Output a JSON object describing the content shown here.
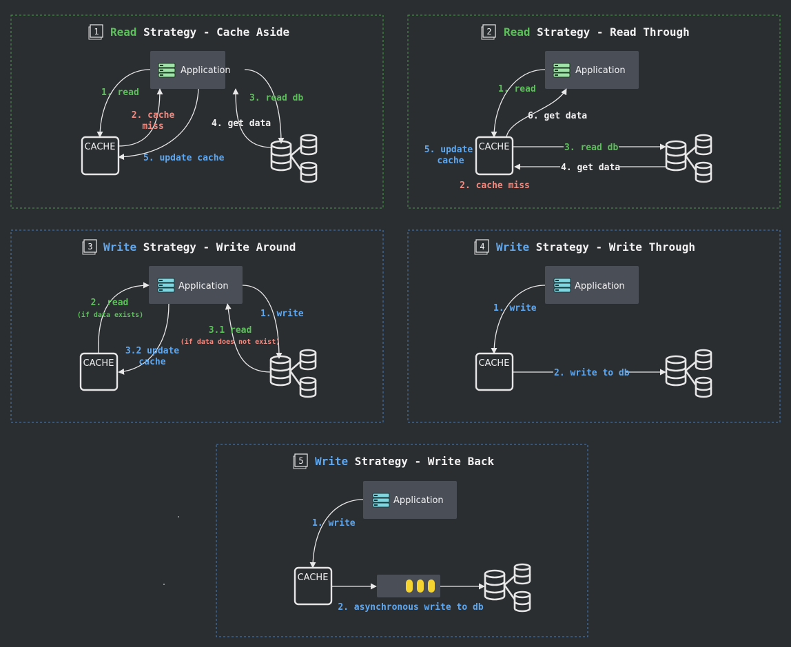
{
  "panels": [
    {
      "number": "1",
      "strategy_word": "Read",
      "title_rest": " Strategy - Cache Aside",
      "app_label": "Application",
      "cache_label": "CACHE",
      "labels": {
        "read": "1. read",
        "cache_miss_1": "2. cache",
        "cache_miss_2": "miss",
        "read_db": "3. read db",
        "get_data": "4. get data",
        "update_cache": "5. update cache"
      }
    },
    {
      "number": "2",
      "strategy_word": "Read",
      "title_rest": " Strategy - Read Through",
      "app_label": "Application",
      "cache_label": "CACHE",
      "labels": {
        "read": "1. read",
        "get_data_6": "6. get data",
        "update_cache_1": "5. update",
        "update_cache_2": "cache",
        "read_db": "3. read db",
        "get_data_4": "4. get data",
        "cache_miss": "2. cache miss"
      }
    },
    {
      "number": "3",
      "strategy_word": "Write",
      "title_rest": " Strategy - Write Around",
      "app_label": "Application",
      "cache_label": "CACHE",
      "labels": {
        "read": "2. read",
        "if_exists": "(if data exists)",
        "write": "1. write",
        "read_31": "3.1 read",
        "if_not_exists": "(if data does not exist)",
        "update_1": "3.2 update",
        "update_2": "cache"
      }
    },
    {
      "number": "4",
      "strategy_word": "Write",
      "title_rest": " Strategy - Write Through",
      "app_label": "Application",
      "cache_label": "CACHE",
      "labels": {
        "write": "1. write",
        "write_db": "2. write to db"
      }
    },
    {
      "number": "5",
      "strategy_word": "Write",
      "title_rest": " Strategy - Write Back",
      "app_label": "Application",
      "cache_label": "CACHE",
      "labels": {
        "write": "1. write",
        "async": "2. asynchronous write to db"
      }
    }
  ],
  "colors": {
    "background": "#2b2e31",
    "read_border": "#4a9d4a",
    "write_border": "#4a7fb5",
    "green": "#5cc05a",
    "blue": "#5fa8f0",
    "red": "#f08a80",
    "queue_item": "#f5d330",
    "node_fill": "#4a4e57"
  },
  "icons": [
    "server-icon",
    "database-icon",
    "queue-icon",
    "number-badge-icon"
  ]
}
